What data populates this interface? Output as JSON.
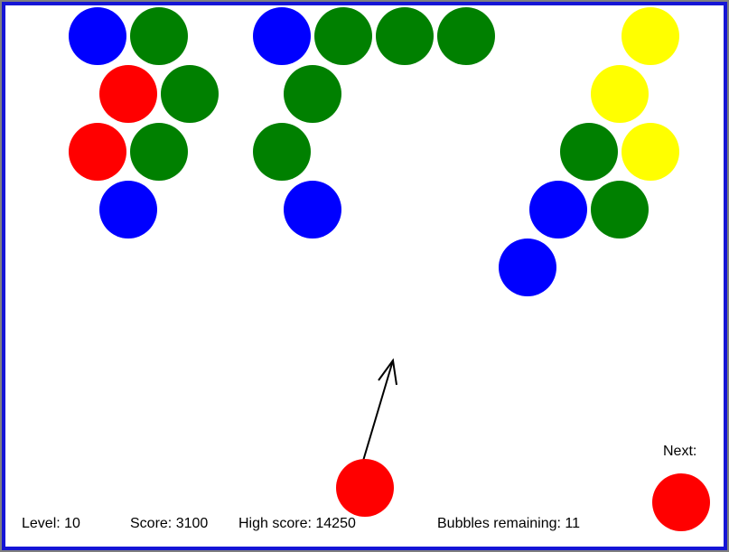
{
  "colors": {
    "frame_border": "#1515d6",
    "background": "#ffffff",
    "blue": "#0000ff",
    "green": "#008000",
    "red": "#ff0000",
    "yellow": "#ffff00",
    "aim": "#000000"
  },
  "hud": {
    "level_text": "Level: 10",
    "score_text": "Score: 3100",
    "high_score_text": "High score: 14250",
    "bubbles_remaining_text": "Bubbles remaining: 11",
    "next_label": "Next:"
  },
  "game": {
    "level": 10,
    "score": 3100,
    "high_score": 14250,
    "bubbles_remaining": 11,
    "current_bubble_color": "red",
    "next_bubble_color": "red",
    "grid": [
      {
        "row": 0,
        "col": 1,
        "color": "blue"
      },
      {
        "row": 0,
        "col": 2,
        "color": "green"
      },
      {
        "row": 0,
        "col": 4,
        "color": "blue"
      },
      {
        "row": 0,
        "col": 5,
        "color": "green"
      },
      {
        "row": 0,
        "col": 6,
        "color": "green"
      },
      {
        "row": 0,
        "col": 7,
        "color": "green"
      },
      {
        "row": 0,
        "col": 10,
        "color": "yellow"
      },
      {
        "row": 1,
        "col": 1,
        "color": "red"
      },
      {
        "row": 1,
        "col": 2,
        "color": "green"
      },
      {
        "row": 1,
        "col": 4,
        "color": "green"
      },
      {
        "row": 1,
        "col": 9,
        "color": "yellow"
      },
      {
        "row": 2,
        "col": 1,
        "color": "red"
      },
      {
        "row": 2,
        "col": 2,
        "color": "green"
      },
      {
        "row": 2,
        "col": 4,
        "color": "green"
      },
      {
        "row": 2,
        "col": 9,
        "color": "green"
      },
      {
        "row": 2,
        "col": 10,
        "color": "yellow"
      },
      {
        "row": 3,
        "col": 1,
        "color": "blue"
      },
      {
        "row": 3,
        "col": 4,
        "color": "blue"
      },
      {
        "row": 3,
        "col": 8,
        "color": "blue"
      },
      {
        "row": 3,
        "col": 9,
        "color": "green"
      },
      {
        "row": 4,
        "col": 8,
        "color": "blue"
      }
    ]
  }
}
